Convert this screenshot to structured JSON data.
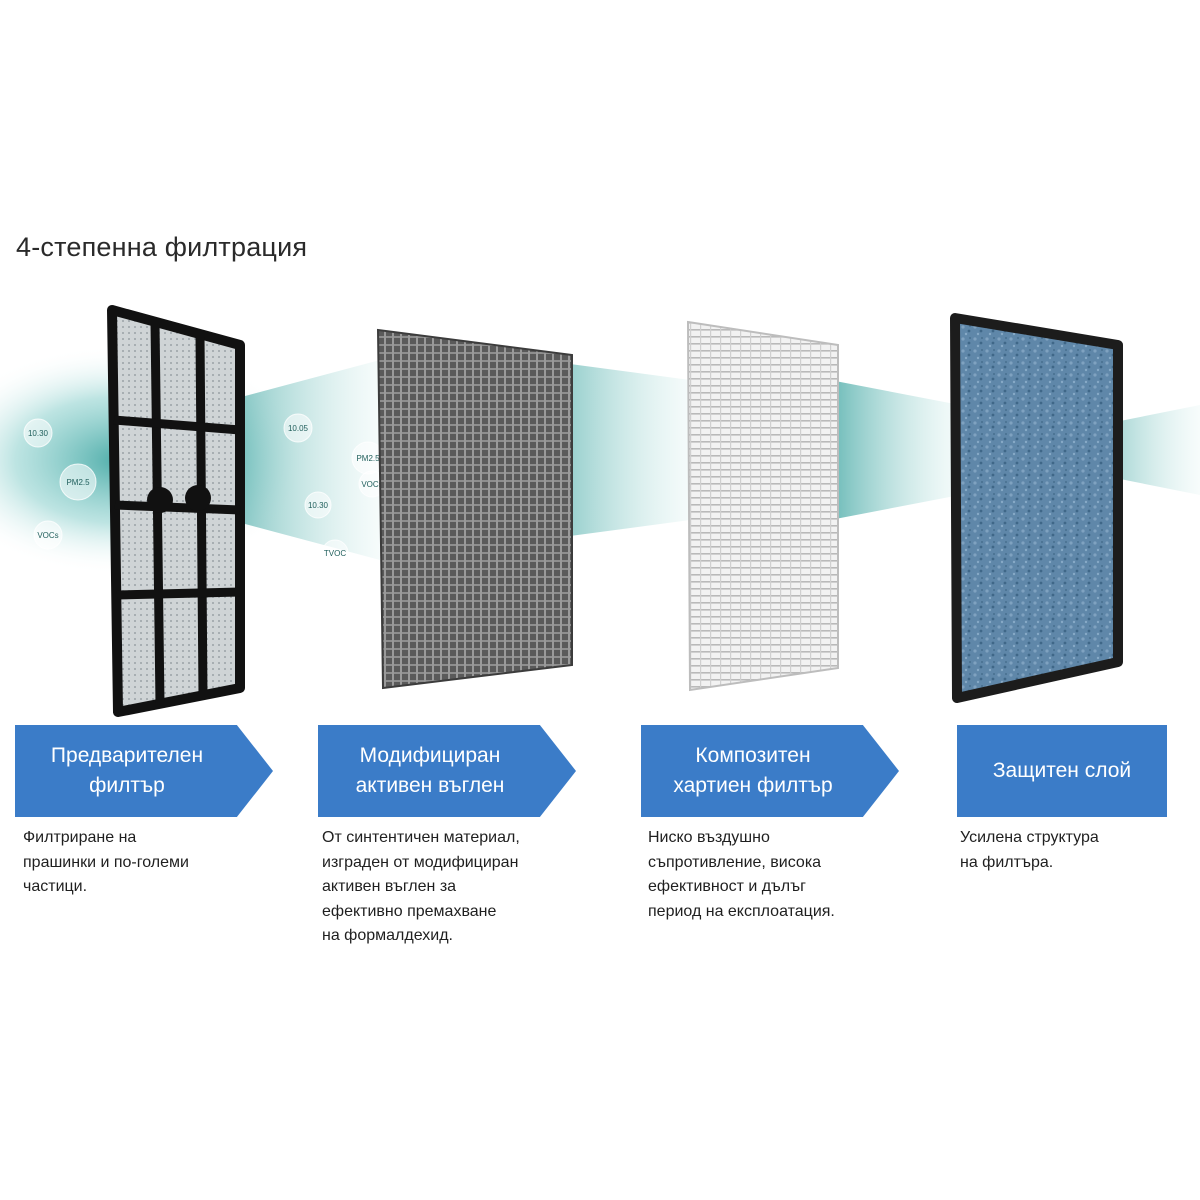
{
  "title": "4-степенна филтрация",
  "colors": {
    "banner": "#3b7cc8",
    "airflow": "#2f9e9a",
    "carbon": "#4d4d4d",
    "frame": "#111111",
    "protective": "#5d84a6"
  },
  "particles": [
    "10.30",
    "PM2.5",
    "VOCs",
    "10.05",
    "PM2.5",
    "10.30",
    "VOCs",
    "TVOC"
  ],
  "stages": [
    {
      "label": "Предварителен\nфилтър",
      "description": "Филтриране на\nпрашинки и по-големи\nчастици."
    },
    {
      "label": "Модифициран\nактивен въглен",
      "description": "От синтентичен материал,\nизграден от модифициран\nактивен въглен за\nефективно премахване\nна формалдехид."
    },
    {
      "label": "Композитен\nхартиен филтър",
      "description": "Ниско въздушно\nсъпротивление, висока\nефективност и дълъг\nпериод на експлоатация."
    },
    {
      "label": "Защитен слой",
      "description": "Усилена структура\nна филтъра."
    }
  ]
}
